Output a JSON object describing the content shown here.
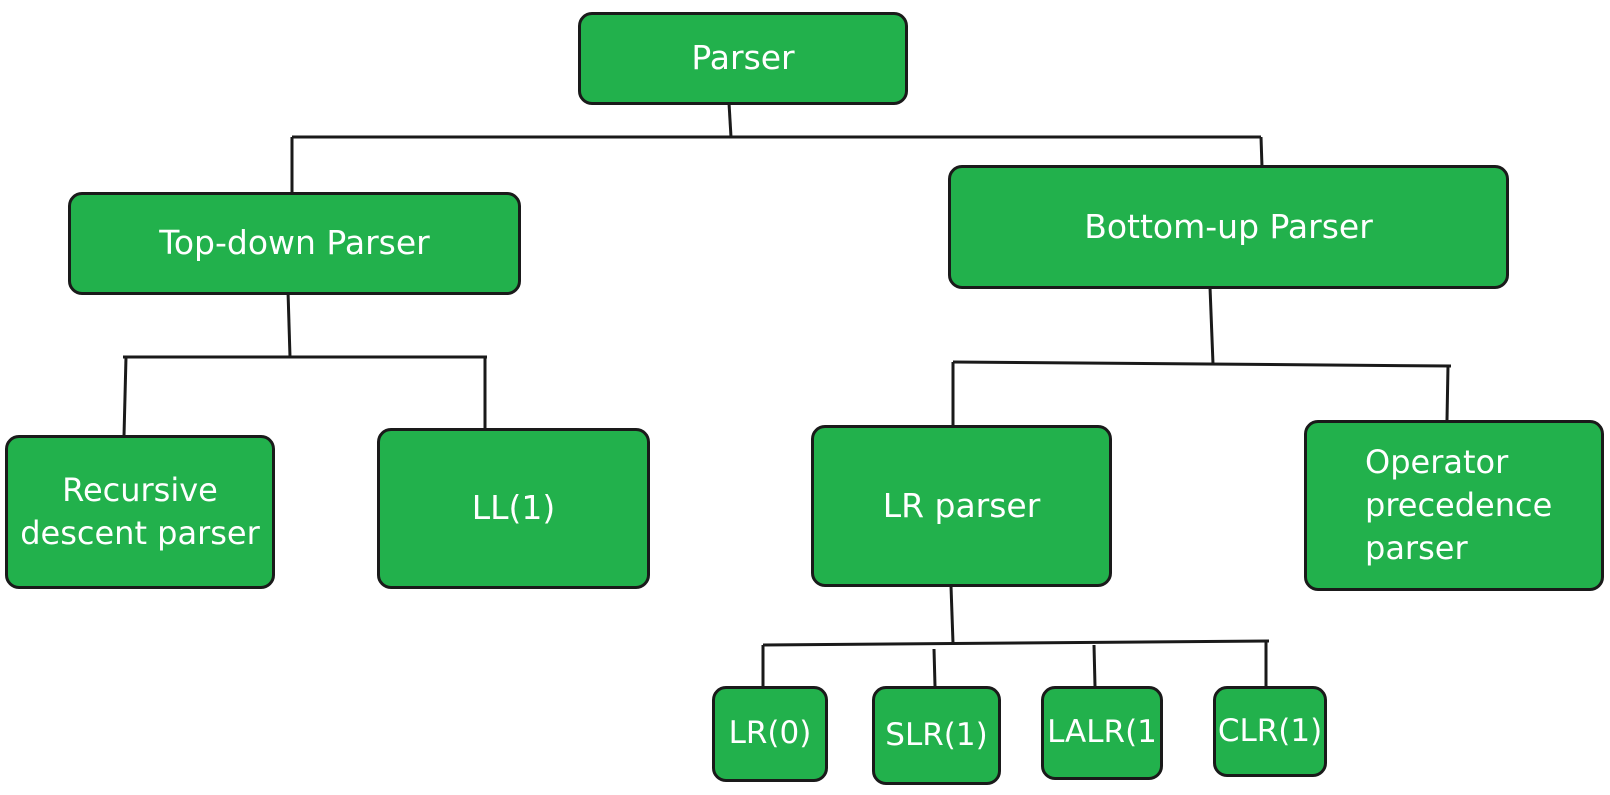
{
  "colors": {
    "node_fill": "#22b14c",
    "node_border": "#1a1a1a",
    "text": "#ffffff",
    "background": "#ffffff"
  },
  "nodes": {
    "parser": "Parser",
    "top_down": "Top-down Parser",
    "bottom_up": "Bottom-up Parser",
    "recursive_descent": "Recursive\ndescent parser",
    "ll1": "LL(1)",
    "lr_parser": "LR parser",
    "operator_precedence": "Operator\nprecedence\nparser",
    "lr0": "LR(0)",
    "slr1": "SLR(1)",
    "lalr1": "LALR(1",
    "clr1": "CLR(1)"
  }
}
